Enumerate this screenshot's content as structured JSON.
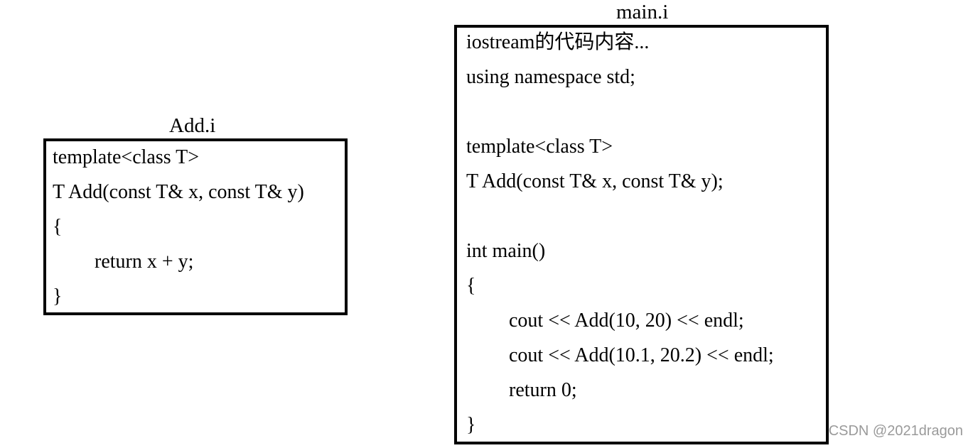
{
  "files": {
    "add_i": {
      "title": "Add.i",
      "lines": [
        "template<class T>",
        "T Add(const T& x, const T& y)",
        "{",
        "return x + y;",
        "}"
      ]
    },
    "main_i": {
      "title": "main.i",
      "lines": [
        "iostream的代码内容...",
        "using namespace std;",
        "",
        "template<class T>",
        "T Add(const T& x, const T& y);",
        "",
        "int main()",
        "{",
        "cout << Add(10, 20) << endl;",
        "cout << Add(10.1, 20.2) << endl;",
        "return 0;",
        "}"
      ]
    }
  },
  "watermark": "CSDN @2021dragon"
}
